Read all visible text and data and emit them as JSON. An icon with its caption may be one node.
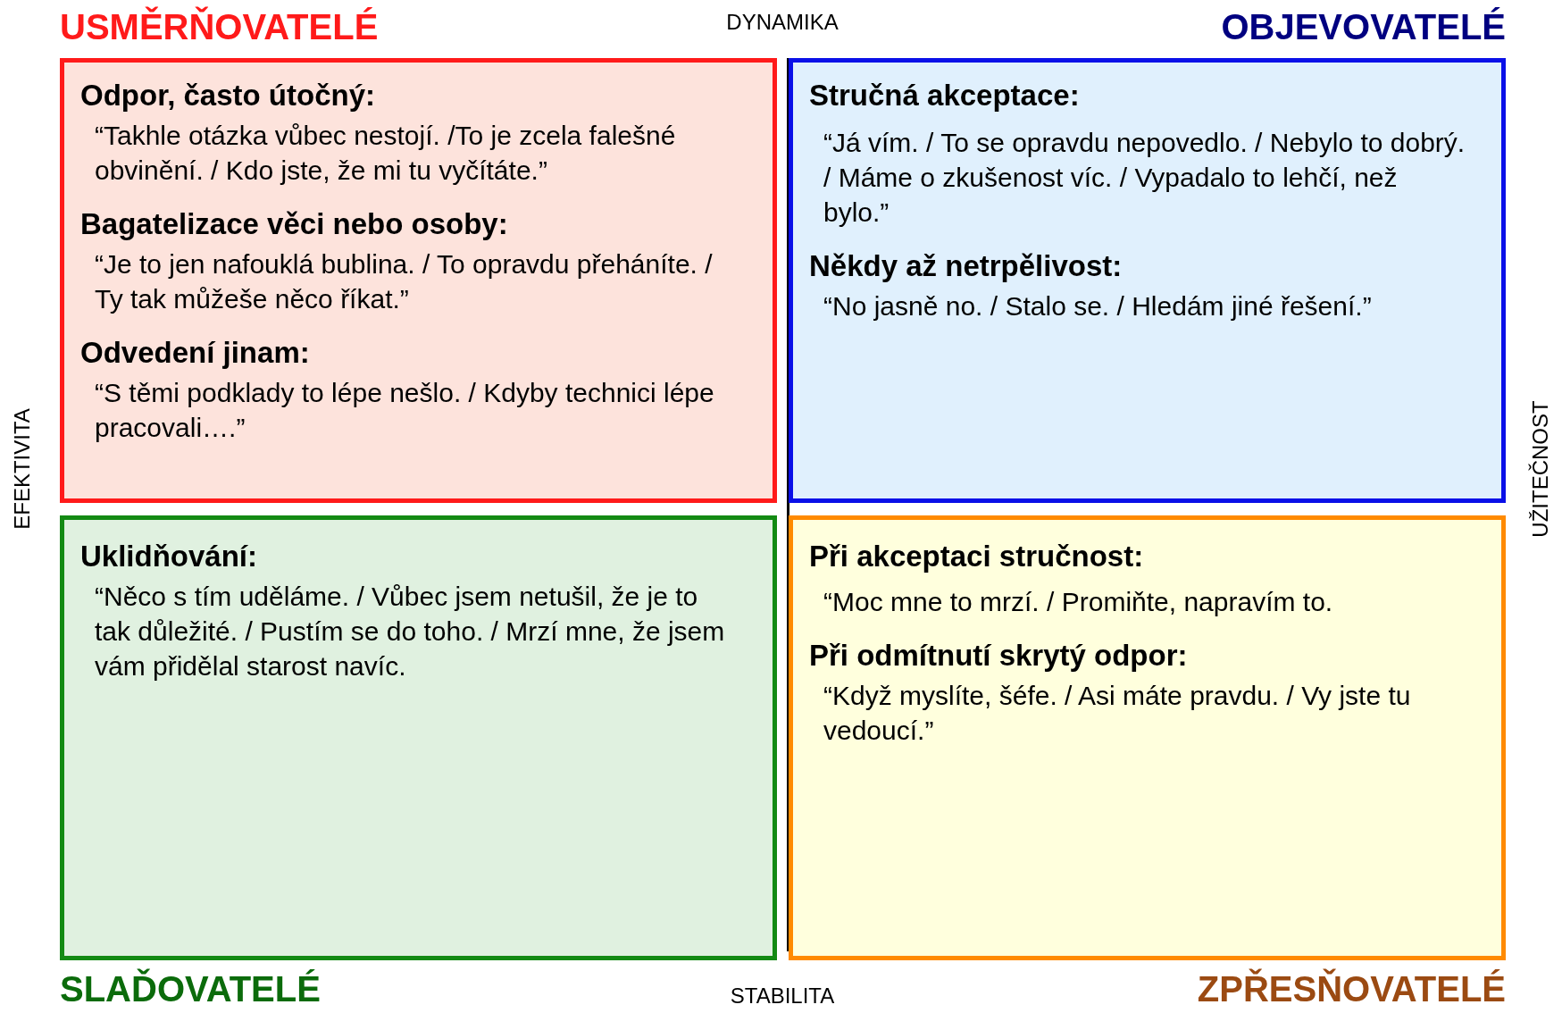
{
  "diagram": {
    "nodes": [
      {
        "text": [
          "USMĚRŇOVATELÉ",
          "Odpor, často útočný:",
          "“Takhle otázka vůbec nestojí. /To je zcela falešné obvinění. / Kdo jste, že mi tu vyčítáte.”",
          "Bagatelizace věci nebo osoby:",
          "“Je to jen nafouklá bublina. / To opravdu přeháníte. / Ty tak můžeše něco říkat.”",
          "Odvedení jinam:",
          "“S těmi podklady to lépe nešlo. / Kdyby technici lépe pracovali….”"
        ]
      },
      {
        "text": [
          "OBJEVOVATELÉ",
          "Stručná akceptace:",
          "“Já vím. / To se opravdu nepovedlo. / Nebylo to dobrý. / Máme o zkušenost víc. / Vypadalo to lehčí, než bylo.”",
          "Někdy až netrpělivost:",
          "“No jasně no. / Stalo se. / Hledám jiné řešení.”"
        ]
      },
      {
        "text": [
          "Uklidňování:",
          "“Něco s tím uděláme. / Vůbec jsem netušil, že je to tak důležité. / Pustím se do toho. / Mrzí mne, že jsem vám přidělal starost navíc.",
          "SLAĎOVATELÉ"
        ]
      },
      {
        "text": [
          "Při akceptaci stručnost:",
          "“Moc mne to mrzí. / Promiňte, napravím to.",
          "Při odmítnutí skrytý odpor:",
          "“Když myslíte, šéfe. / Asi máte pravdu. / Vy jste tu vedoucí.”",
          "ZPŘESŇOVATELÉ"
        ]
      }
    ],
    "labels": [
      "DYNAMIKA",
      "EFEKTIVITA",
      "UŽITEČNOST",
      "STABILITA"
    ]
  }
}
